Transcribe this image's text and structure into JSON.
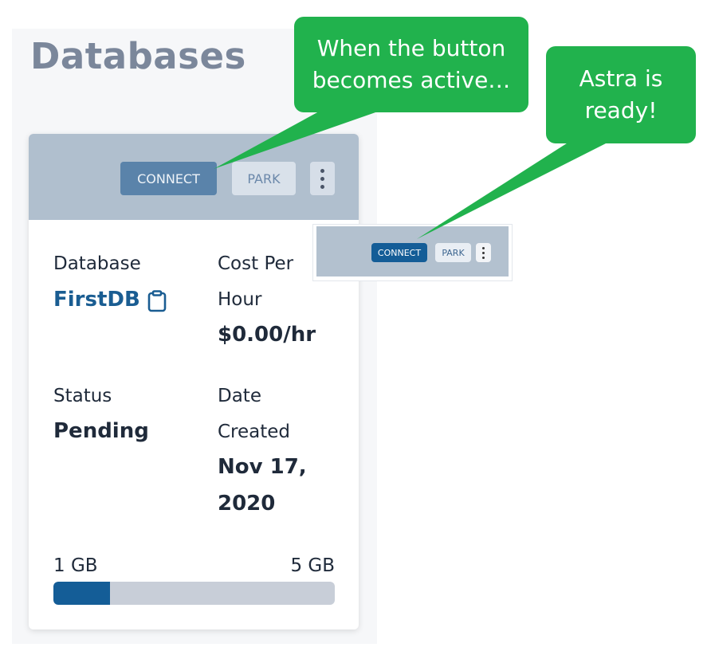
{
  "page": {
    "title": "Databases"
  },
  "card": {
    "actions": {
      "connect_label": "CONNECT",
      "park_label": "PARK"
    },
    "database": {
      "label": "Database",
      "name": "FirstDB"
    },
    "cost": {
      "label_line1": "Cost Per",
      "label_line2": "Hour",
      "value": "$0.00/hr"
    },
    "status": {
      "label": "Status",
      "value": "Pending"
    },
    "date": {
      "label_line1": "Date",
      "label_line2": "Created",
      "value_line1": "Nov 17,",
      "value_line2": "2020"
    },
    "storage": {
      "used_label": "1 GB",
      "total_label": "5 GB",
      "fill_fraction": 0.2
    }
  },
  "inset": {
    "connect_label": "CONNECT",
    "park_label": "PARK"
  },
  "callouts": {
    "first": {
      "line1": "When the button",
      "line2": "becomes active…"
    },
    "second": {
      "line1": "Astra is",
      "line2": "ready!"
    }
  },
  "colors": {
    "callout_green": "#21b24d",
    "connect_inactive": "#5a83aa",
    "connect_active": "#145d97",
    "header_bg": "#b0bfce"
  },
  "icons": {
    "copy": "clipboard-icon",
    "more": "kebab-menu-icon"
  }
}
